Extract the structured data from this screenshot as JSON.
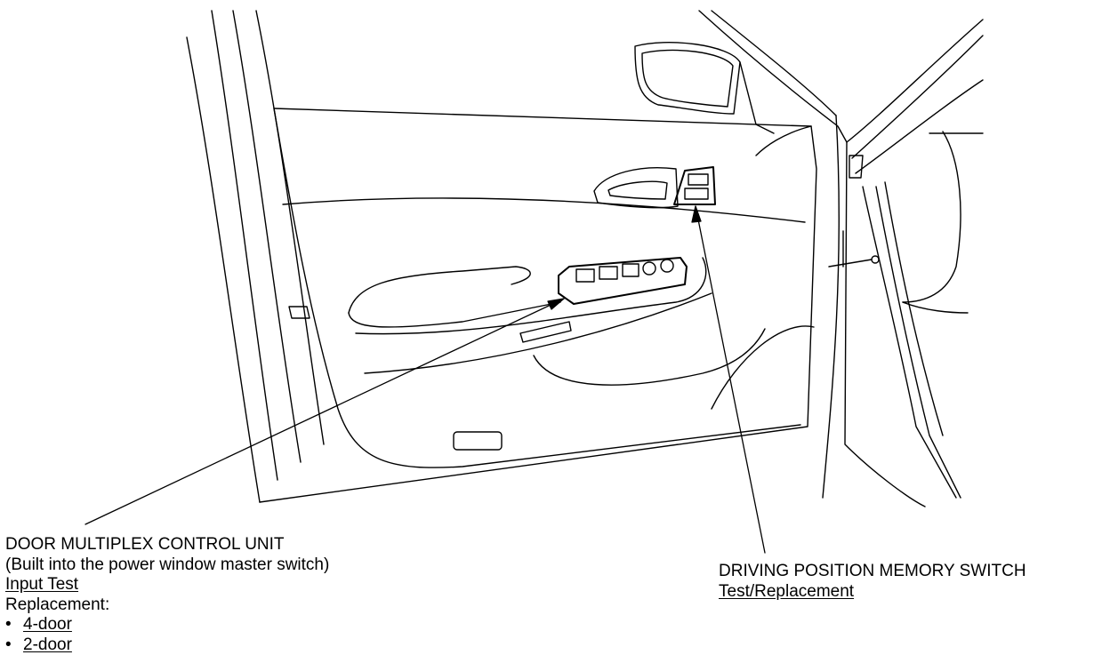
{
  "callouts": {
    "door_multiplex": {
      "title": "DOOR MULTIPLEX CONTROL UNIT",
      "note": "(Built into the power window master switch)",
      "input_test_link": "Input Test",
      "replacement_label": "Replacement:",
      "bullet_glyph": "•",
      "link_4door": "4-door",
      "link_2door": "2-door"
    },
    "memory_switch": {
      "title": "DRIVING POSITION MEMORY SWITCH",
      "link": "Test/Replacement"
    }
  },
  "colors": {
    "line": "#000000",
    "background": "#ffffff"
  }
}
